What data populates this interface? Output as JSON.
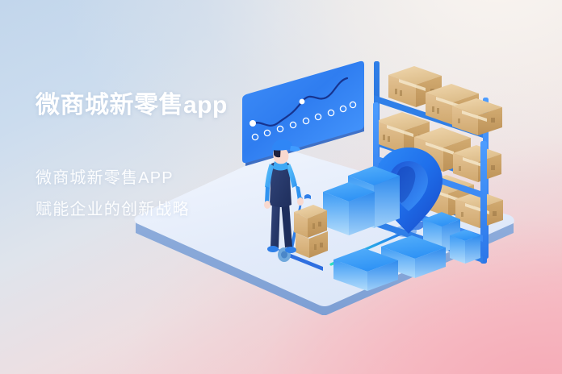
{
  "banner": {
    "headline": "微商城新零售app",
    "subtitle_lines": [
      "微商城新零售APP",
      "赋能企业的创新战略"
    ],
    "colors": {
      "background_top_left": "#c2d6ec",
      "background_bottom_right": "#f6b8c2",
      "background_top_right": "#fcf6f0",
      "headline_text": "#ffffff",
      "subtitle_text": "#ffffff",
      "accent_blue": "#2f86f6",
      "shelf_blue": "#3d8bf5",
      "panel_blue": "#2f7df0",
      "box_tan": "#d9ad74",
      "box_tan_light": "#eccfa4",
      "pin_blue": "#1f6feb",
      "platform_light": "#e8eefb",
      "platform_edge": "#7d9fd4",
      "teal_accent": "#2ee0c0",
      "worker_overall": "#273b66",
      "worker_shirt": "#3fa9f5",
      "worker_cap": "#2f86f6",
      "worker_skin": "#f9d9cf"
    },
    "illustration": {
      "scene_name": "isometric-warehouse-logistics",
      "elements": [
        "analytics-panel",
        "warehouse-worker",
        "hand-truck",
        "storage-shelf",
        "cardboard-boxes",
        "location-pin",
        "blue-crates",
        "platform"
      ]
    }
  },
  "chart_panel": {
    "type": "line",
    "node_count": 9,
    "series_values": [
      18,
      40,
      30,
      52,
      70,
      58,
      62,
      74,
      88
    ],
    "line_color": "#1b3fa8",
    "node_color": "#ffffff"
  },
  "shelf": {
    "levels": 3,
    "boxes_per_level": [
      3,
      3,
      3
    ]
  }
}
